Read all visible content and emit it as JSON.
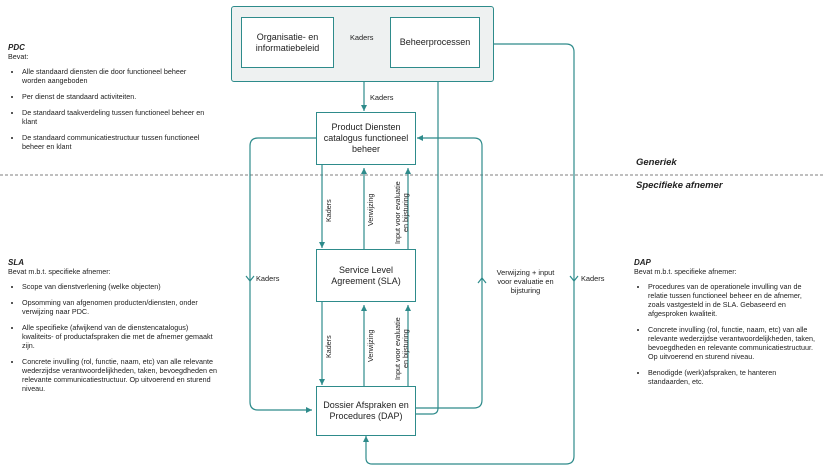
{
  "boxes": {
    "org": "Organisatie- en informatiebeleid",
    "beheer": "Beheerprocessen",
    "pdc": "Product Diensten catalogus functioneel beheer",
    "sla": "Service Level Agreement (SLA)",
    "dap": "Dossier Afspraken en Procedures (DAP)"
  },
  "labels": {
    "kaders_top": "Kaders",
    "kaders_mid": "Kaders",
    "kaders_left": "Kaders",
    "kaders_right": "Kaders",
    "kaders_v1": "Kaders",
    "kaders_v2": "Kaders",
    "verwijzing_v1": "Verwijzing",
    "verwijzing_v2": "Verwijzing",
    "input_v1a": "Input voor evaluatie",
    "input_v1b": "en bijsturing",
    "input_v2a": "Input voor evaluatie",
    "input_v2b": "en bijsturing",
    "feedback_1": "Verwijzing + input",
    "feedback_2": "voor evaluatie en",
    "feedback_3": "bijsturing"
  },
  "sections": {
    "generiek": "Generiek",
    "specifiek": "Specifieke afnemer"
  },
  "pdc_panel": {
    "title": "PDC",
    "subtitle": "Bevat:",
    "items": [
      "Alle standaard diensten die door functioneel beheer worden aangeboden",
      "Per dienst de standaard activiteiten.",
      "De standaard taakverdeling tussen functioneel beheer en klant",
      "De standaard communicatiestructuur tussen functioneel beheer en klant"
    ]
  },
  "sla_panel": {
    "title": "SLA",
    "subtitle": "Bevat m.b.t. specifieke afnemer:",
    "items": [
      "Scope van dienstverlening (welke objecten)",
      "Opsomming van afgenomen producten/diensten, onder verwijzing naar PDC.",
      "Alle specifieke (afwijkend van de dienstencatalogus) kwaliteits- of productafspraken die met de afnemer gemaakt zijn.",
      "Concrete invulling (rol, functie, naam, etc) van alle relevante wederzijdse verantwoordelijkheden, taken, bevoegdheden en relevante communicatiestructuur. Op uitvoerend en sturend niveau."
    ]
  },
  "dap_panel": {
    "title": "DAP",
    "subtitle": "Bevat m.b.t. specifieke afnemer:",
    "items": [
      "Procedures van de operationele invulling van de relatie tussen functioneel beheer en de afnemer, zoals vastgesteld in de SLA. Gebaseerd en afgesproken kwaliteit.",
      "Concrete invulling (rol, functie, naam, etc) van alle relevante wederzijdse verantwoordelijkheden, taken, bevoegdheden en relevante communicatiestructuur. Op uitvoerend en sturend niveau.",
      "Benodigde (werk)afspraken, te hanteren standaarden, etc."
    ]
  },
  "colors": {
    "line": "#2e8b8b",
    "outer_bg": "#eef1f1"
  }
}
